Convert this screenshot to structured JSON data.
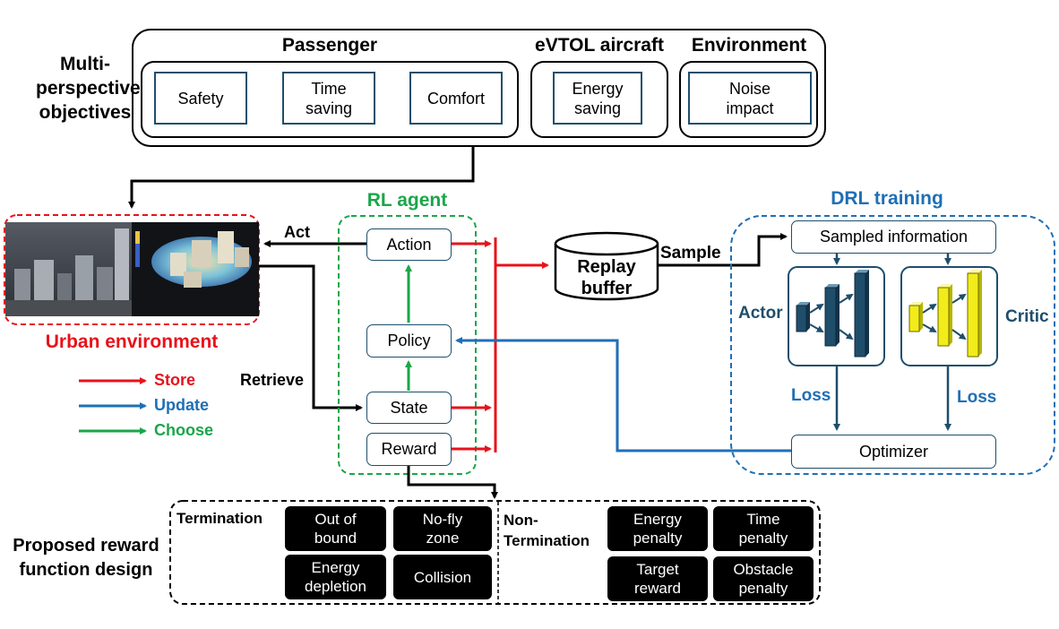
{
  "objectives": {
    "title_line1": "Multi-",
    "title_line2": "perspective",
    "title_line3": "objectives",
    "passenger": {
      "title": "Passenger",
      "items": [
        {
          "line1": "Safety",
          "line2": ""
        },
        {
          "line1": "Time",
          "line2": "saving"
        },
        {
          "line1": "Comfort",
          "line2": ""
        }
      ]
    },
    "evtol": {
      "title": "eVTOL aircraft",
      "item_line1": "Energy",
      "item_line2": "saving"
    },
    "environment": {
      "title": "Environment",
      "item_line1": "Noise",
      "item_line2": "impact"
    }
  },
  "urban": {
    "title": "Urban environment"
  },
  "arrows": {
    "act": "Act",
    "retrieve": "Retrieve",
    "sample": "Sample"
  },
  "legend": {
    "store": "Store",
    "update": "Update",
    "choose": "Choose"
  },
  "rl_agent": {
    "title": "RL agent",
    "action": "Action",
    "policy": "Policy",
    "state": "State",
    "reward": "Reward"
  },
  "replay": {
    "line1": "Replay",
    "line2": "buffer"
  },
  "drl": {
    "title": "DRL training",
    "sampled": "Sampled information",
    "actor": "Actor",
    "critic": "Critic",
    "loss_actor": "Loss",
    "loss_critic": "Loss",
    "optimizer": "Optimizer"
  },
  "reward_design": {
    "title_line1": "Proposed reward",
    "title_line2": "function design",
    "termination": "Termination",
    "non_termination_line1": "Non-",
    "non_termination_line2": "Termination",
    "term_items": [
      {
        "line1": "Out of",
        "line2": "bound"
      },
      {
        "line1": "No-fly",
        "line2": "zone"
      },
      {
        "line1": "Energy",
        "line2": "depletion"
      },
      {
        "line1": "Collision",
        "line2": ""
      }
    ],
    "nonterm_items": [
      {
        "line1": "Energy",
        "line2": "penalty"
      },
      {
        "line1": "Time",
        "line2": "penalty"
      },
      {
        "line1": "Target",
        "line2": "reward"
      },
      {
        "line1": "Obstacle",
        "line2": "penalty"
      }
    ]
  },
  "colors": {
    "store": "#e8121b",
    "update": "#1f6fb5",
    "choose": "#1aa64a",
    "dark": "#1f4e6b",
    "urban": "#e8121b",
    "drl": "#1f6fb5",
    "rl": "#1aa64a"
  }
}
